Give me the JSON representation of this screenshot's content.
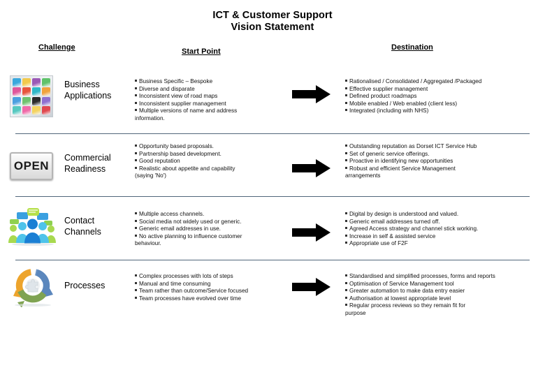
{
  "slide": {
    "title_line1": "ICT & Customer Support",
    "title_line2": "Vision Statement",
    "headers": {
      "challenge": "Challenge",
      "start_point": "Start Point",
      "destination": "Destination"
    },
    "colors": {
      "separator": "#51667a",
      "arrow": "#000000",
      "text": "#111111"
    }
  },
  "rows": [
    {
      "icon": "business-applications-grid-icon",
      "label_line1": "Business",
      "label_line2": "Applications",
      "start_point": [
        "Business Specific – Bespoke",
        "Diverse and disparate",
        "Inconsistent view of road maps",
        "Inconsistent supplier management",
        "Multiple versions of name and address"
      ],
      "start_point_continuation": "information.",
      "destination": [
        "Rationalised / Consolidated / Aggregated /Packaged",
        "Effective supplier management",
        "Defined product roadmaps",
        "Mobile enabled /  Web enabled (client less)",
        "Integrated (including with NHS)"
      ],
      "destination_continuation": ""
    },
    {
      "icon": "open-sign-icon",
      "label_line1": "Commercial",
      "label_line2": "Readiness",
      "start_point": [
        "Opportunity based proposals.",
        "Partnership based development.",
        "Good reputation",
        "Realistic  about appetite and capability"
      ],
      "start_point_continuation": "(saying 'No')",
      "destination": [
        "Outstanding reputation as Dorset ICT Service Hub",
        "Set of generic service offerings.",
        "Proactive in identifying new opportunities",
        "Robust and efficient Service Management"
      ],
      "destination_continuation": "arrangements"
    },
    {
      "icon": "contact-channels-people-icon",
      "label_line1": "Contact",
      "label_line2": "Channels",
      "start_point": [
        "Multiple access channels.",
        "Social media not widely used or generic.",
        "Generic email addresses in use.",
        "No active planning to influence customer"
      ],
      "start_point_continuation": "behaviour.",
      "destination": [
        "Digital by design is understood and valued.",
        "Generic email addresses turned off.",
        "Agreed Access strategy and channel stick working.",
        "Increase in self & assisted service",
        "Appropriate use of F2F"
      ],
      "destination_continuation": ""
    },
    {
      "icon": "process-cycle-icon",
      "label_line1": "Processes",
      "label_line2": "",
      "start_point": [
        "Complex processes with lots of steps",
        "Manual and time consuming",
        "Team rather than outcome/Service focused",
        "Team processes have evolved over time"
      ],
      "start_point_continuation": "",
      "destination": [
        "Standardised and simplified processes, forms and reports",
        "Optimisation of Service Management tool",
        "Greater automation to make data entry easier",
        "Authorisation at lowest appropriate level",
        "Regular process reviews so they remain fit for"
      ],
      "destination_continuation": "purpose"
    }
  ],
  "app_icon_colors": [
    "#3aa8dd",
    "#f2c94c",
    "#9b59b6",
    "#5fc26a",
    "#e0569b",
    "#e8543c",
    "#2fb8c8",
    "#f0a23c",
    "#4a9fe0",
    "#6fc26f",
    "#2b2b2b",
    "#8e6fd0",
    "#55c8c0",
    "#f06aa8",
    "#f4d35e",
    "#e0484f"
  ]
}
